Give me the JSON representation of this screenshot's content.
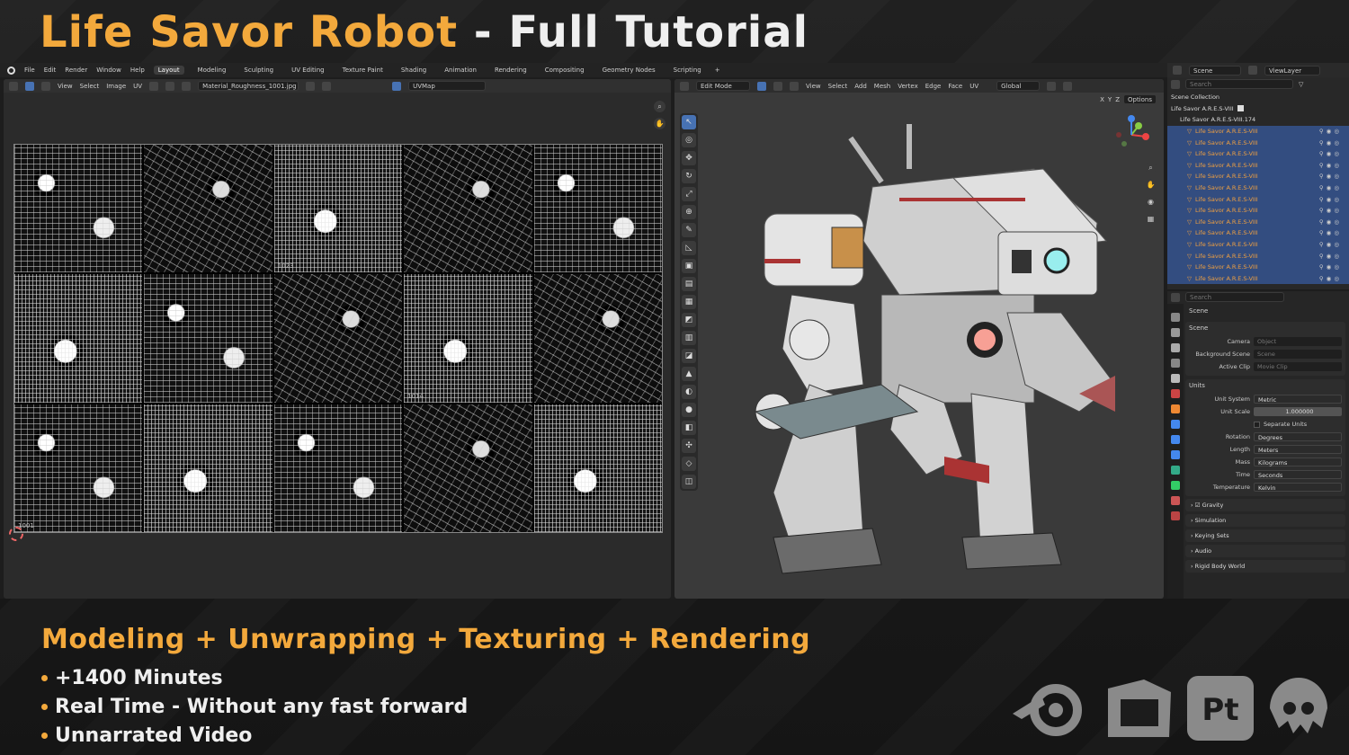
{
  "title": {
    "part1": "Life Savor Robot",
    "part2": "- Full Tutorial"
  },
  "menu": [
    "File",
    "Edit",
    "Render",
    "Window",
    "Help"
  ],
  "workspace_tabs": [
    "Layout",
    "Modeling",
    "Sculpting",
    "UV Editing",
    "Texture Paint",
    "Shading",
    "Animation",
    "Rendering",
    "Compositing",
    "Geometry Nodes",
    "Scripting"
  ],
  "active_tab": "Layout",
  "uv_editor": {
    "menus": [
      "View",
      "Select",
      "Image",
      "UV"
    ],
    "image_name": "Material_Roughness_1001.jpg",
    "uv_map": "UVMap",
    "tile_labels": [
      "1001",
      "1014",
      "1023"
    ]
  },
  "viewport": {
    "mode": "Edit Mode",
    "menus": [
      "View",
      "Select",
      "Add",
      "Mesh",
      "Vertex",
      "Edge",
      "Face",
      "UV"
    ],
    "transform": "Global",
    "axes": [
      "X",
      "Y",
      "Z"
    ],
    "options": "Options"
  },
  "outliner": {
    "scene": "Scene",
    "view_layer": "ViewLayer",
    "search_placeholder": "Search",
    "collection": "Scene Collection",
    "root": "Life Savor A.R.E.S-VIII",
    "child": "Life Savor A.R.E.S-VIII.174",
    "items": [
      "Life Savor A.R.E.S-VIII",
      "Life Savor A.R.E.S-VIII",
      "Life Savor A.R.E.S-VIII",
      "Life Savor A.R.E.S-VIII",
      "Life Savor A.R.E.S-VIII",
      "Life Savor A.R.E.S-VIII",
      "Life Savor A.R.E.S-VIII",
      "Life Savor A.R.E.S-VIII",
      "Life Savor A.R.E.S-VIII",
      "Life Savor A.R.E.S-VIII",
      "Life Savor A.R.E.S-VIII",
      "Life Savor A.R.E.S-VIII",
      "Life Savor A.R.E.S-VIII",
      "Life Savor A.R.E.S-VIII"
    ]
  },
  "properties": {
    "search_placeholder": "Search",
    "context": "Scene",
    "scene_section": "Scene",
    "camera_label": "Camera",
    "camera_value": "Object",
    "background_label": "Background Scene",
    "background_value": "Scene",
    "clip_label": "Active Clip",
    "clip_value": "Movie Clip",
    "units_section": "Units",
    "unit_system_label": "Unit System",
    "unit_system": "Metric",
    "unit_scale_label": "Unit Scale",
    "unit_scale": "1.000000",
    "separate_units": "Separate Units",
    "rotation_label": "Rotation",
    "rotation": "Degrees",
    "length_label": "Length",
    "length": "Meters",
    "mass_label": "Mass",
    "mass": "Kilograms",
    "time_label": "Time",
    "time": "Seconds",
    "temperature_label": "Temperature",
    "temperature": "Kelvin",
    "collapsed": [
      "Gravity",
      "Simulation",
      "Keying Sets",
      "Audio",
      "Rigid Body World"
    ]
  },
  "features_line": "Modeling + Unwrapping + Texturing + Rendering",
  "bullets": [
    "+1400 Minutes",
    "Real Time - Without any fast forward",
    "Unnarrated Video"
  ],
  "logo_names": [
    "blender-logo",
    "substance-designer-logo",
    "substance-painter-logo",
    "marmoset-logo"
  ],
  "painter_logo_text": "Pt",
  "colors": {
    "accent": "#f3a93c",
    "blender_blue": "#4772b3",
    "outliner_orange": "#f0a040"
  }
}
